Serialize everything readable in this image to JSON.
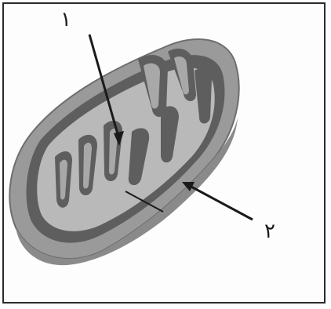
{
  "diagram": {
    "labels": [
      {
        "id": "1",
        "text": "١"
      },
      {
        "id": "2",
        "text": "٢"
      }
    ],
    "colors": {
      "outer_membrane": "#9a9a9a",
      "outer_membrane_edge": "#6e6e6e",
      "intermembrane_space": "#5e5e5e",
      "matrix": "#b9b9b9",
      "cristae_fold": "#a8a8a8",
      "arrow": "#1a1a1a",
      "frame": "#2b2b2b"
    }
  }
}
